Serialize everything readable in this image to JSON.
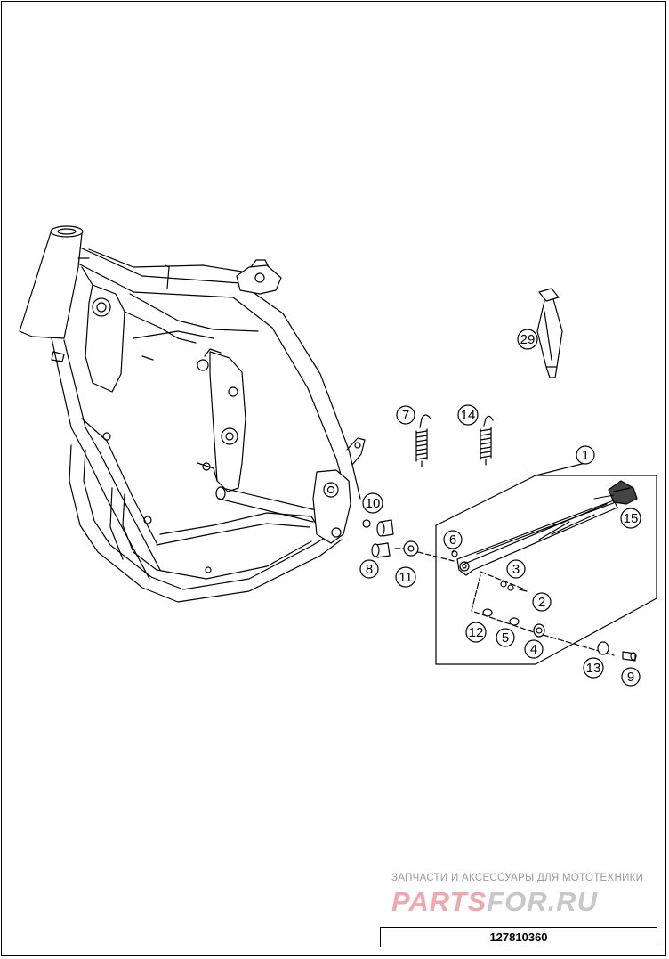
{
  "diagram": {
    "callouts": [
      "1",
      "2",
      "3",
      "4",
      "5",
      "6",
      "7",
      "8",
      "9",
      "10",
      "11",
      "12",
      "13",
      "14",
      "15",
      "29"
    ]
  },
  "watermark": {
    "tagline": "ЗАПЧАСТИ И АКСЕССУАРЫ ДЛЯ МОТОТЕХНИКИ",
    "logo_part1": "PARTS",
    "logo_part2": "FOR.RU"
  },
  "drawing_number": "127810360",
  "colors": {
    "line": "#000000",
    "watermark_red": "#f0a8ae",
    "watermark_grey": "#c8c8c8"
  }
}
